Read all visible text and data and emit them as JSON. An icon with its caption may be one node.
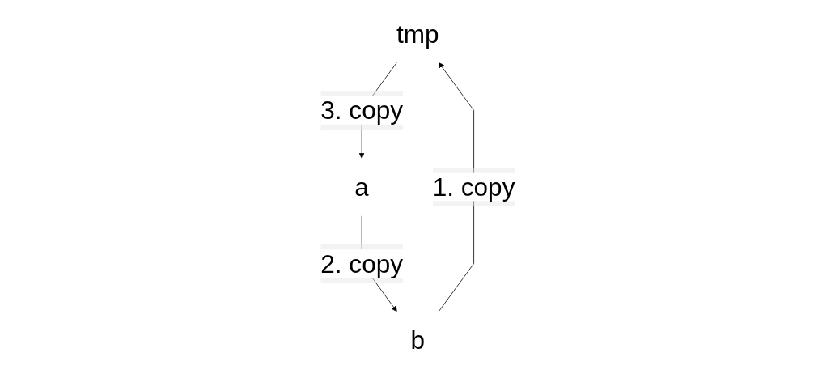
{
  "diagram": {
    "nodes": [
      {
        "text": [
          "tmp"
        ]
      },
      {
        "text": [
          "a"
        ]
      },
      {
        "text": [
          "b"
        ]
      }
    ],
    "edges": [
      {
        "from": 2,
        "to": 0,
        "arrow": "to",
        "label": "1. copy"
      },
      {
        "from": 1,
        "to": 2,
        "arrow": "to",
        "label": "2. copy"
      },
      {
        "from": 0,
        "to": 1,
        "arrow": "to",
        "label": "3. copy"
      }
    ]
  }
}
